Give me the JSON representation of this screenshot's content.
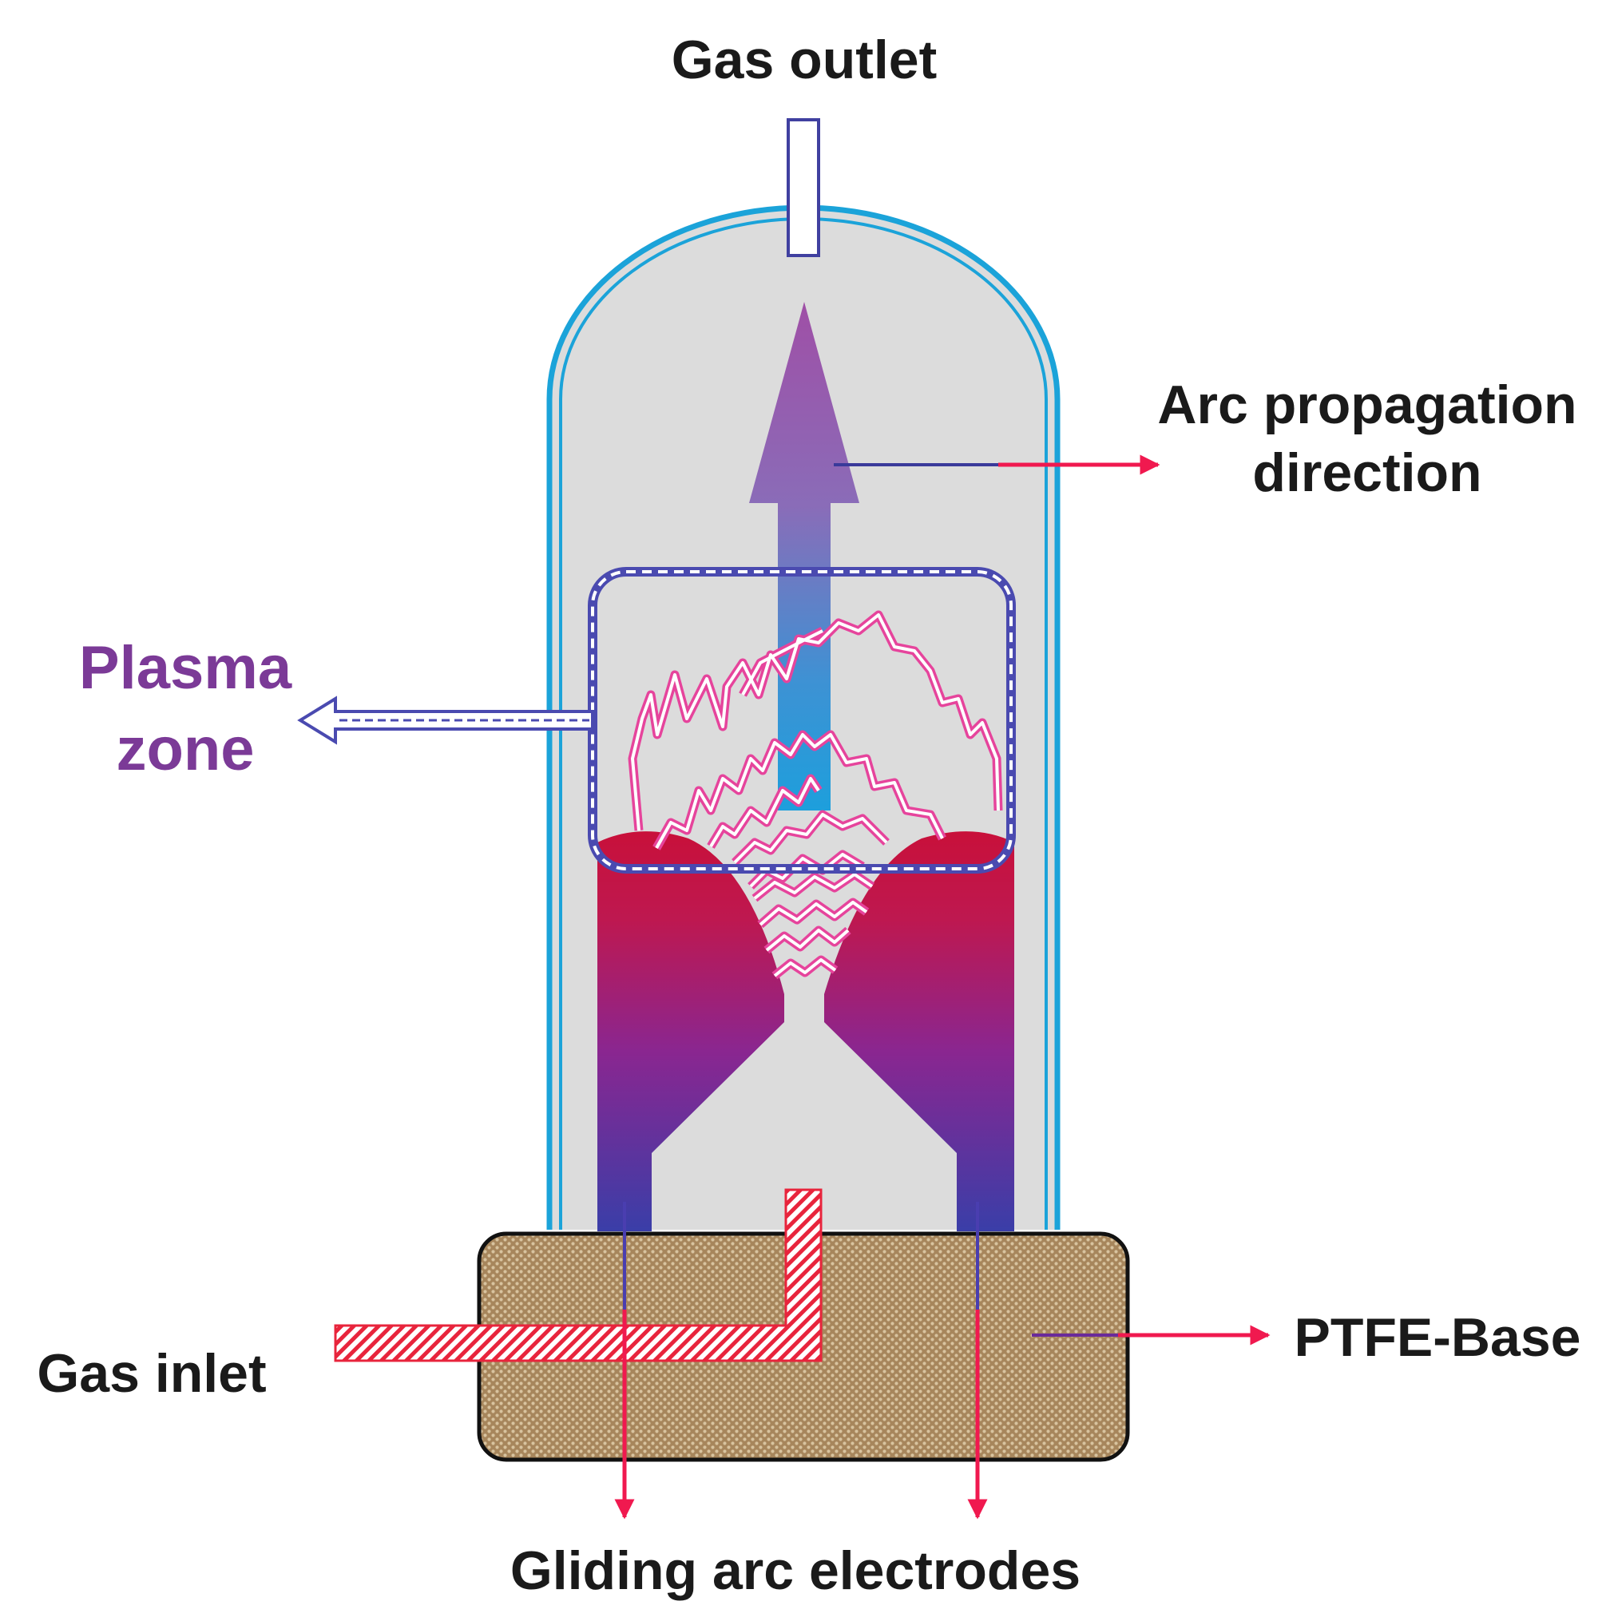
{
  "labels": {
    "gas_outlet": "Gas outlet",
    "arc_line1": "Arc propagation",
    "arc_line2": "direction",
    "plasma_line1": "Plasma",
    "plasma_line2": "zone",
    "ptfe_base": "PTFE-Base",
    "gas_inlet": "Gas inlet",
    "electrodes": "Gliding arc electrodes"
  },
  "colors": {
    "text": "#1a1a1a",
    "plasma_text": "#7b3a97",
    "pointer_arrow": "#f0194f",
    "reactor_outline": "#1ba3d9",
    "reactor_fill": "#dcdcdc",
    "electrode_top": "#c8103a",
    "electrode_bottom": "#3a3ea8",
    "base_fill": "#a88a64",
    "inlet": "#e8243c",
    "plasma_box": "#4a4ab0",
    "arc_lines": "#e6449c"
  }
}
